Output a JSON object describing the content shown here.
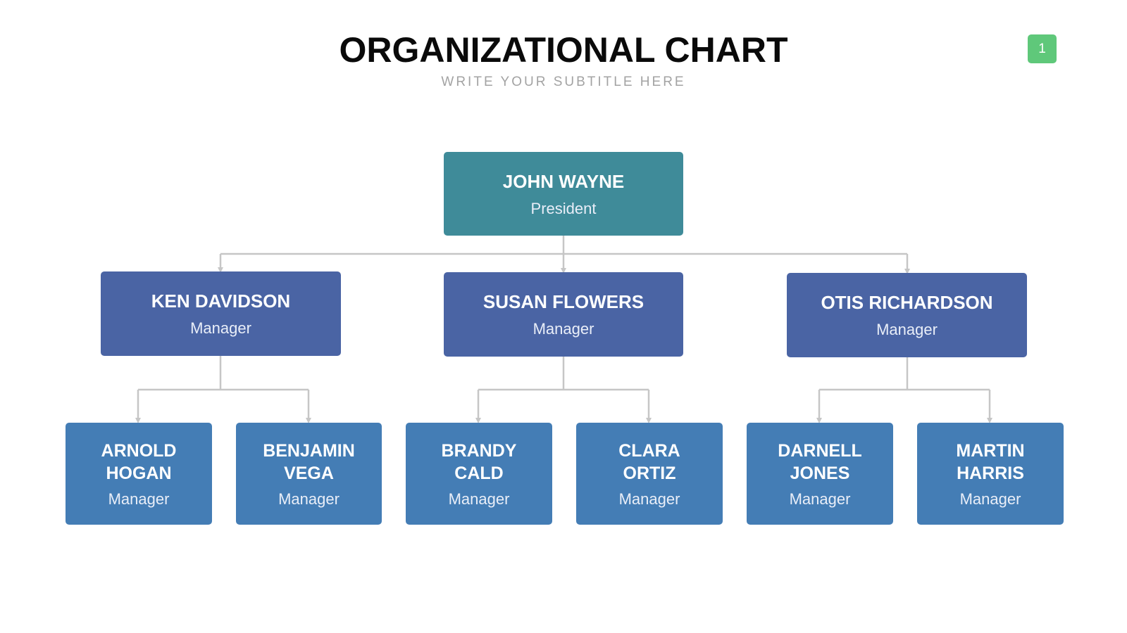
{
  "header": {
    "title": "ORGANIZATIONAL CHART",
    "subtitle": "WRITE YOUR SUBTITLE HERE",
    "page_number": "1"
  },
  "org": {
    "president": {
      "name": "JOHN WAYNE",
      "role": "President"
    },
    "managers": [
      {
        "name": "KEN DAVIDSON",
        "role": "Manager"
      },
      {
        "name": "SUSAN FLOWERS",
        "role": "Manager"
      },
      {
        "name": "OTIS RICHARDSON",
        "role": "Manager"
      }
    ],
    "staff": [
      {
        "name_line1": "ARNOLD",
        "name_line2": "HOGAN",
        "role": "Manager"
      },
      {
        "name_line1": "BENJAMIN",
        "name_line2": "VEGA",
        "role": "Manager"
      },
      {
        "name_line1": "BRANDY",
        "name_line2": "CALD",
        "role": "Manager"
      },
      {
        "name_line1": "CLARA",
        "name_line2": "ORTIZ",
        "role": "Manager"
      },
      {
        "name_line1": "DARNELL",
        "name_line2": "JONES",
        "role": "Manager"
      },
      {
        "name_line1": "MARTIN",
        "name_line2": "HARRIS",
        "role": "Manager"
      }
    ]
  },
  "colors": {
    "president": "#3f8b99",
    "manager": "#4a64a4",
    "staff": "#447db5",
    "badge": "#5fc87a",
    "connector": "#c6c6c6"
  }
}
